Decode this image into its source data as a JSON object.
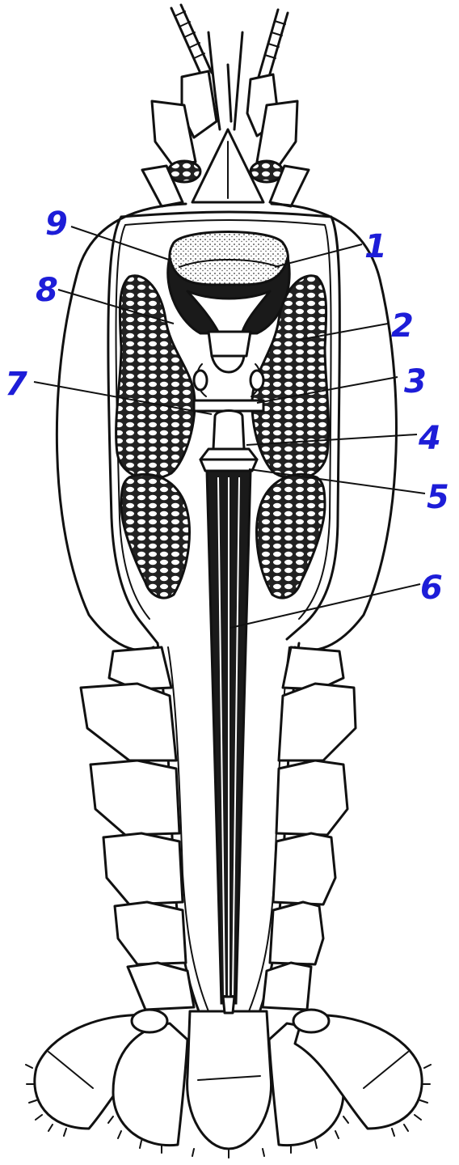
{
  "figure": {
    "labels": [
      {
        "id": "1",
        "text": "1"
      },
      {
        "id": "2",
        "text": "2"
      },
      {
        "id": "3",
        "text": "3"
      },
      {
        "id": "4",
        "text": "4"
      },
      {
        "id": "5",
        "text": "5"
      },
      {
        "id": "6",
        "text": "6"
      },
      {
        "id": "7",
        "text": "7"
      },
      {
        "id": "8",
        "text": "8"
      },
      {
        "id": "9",
        "text": "9"
      }
    ],
    "colors": {
      "ink": "#111111",
      "label": "#1d1dd8",
      "background": "#ffffff"
    }
  }
}
